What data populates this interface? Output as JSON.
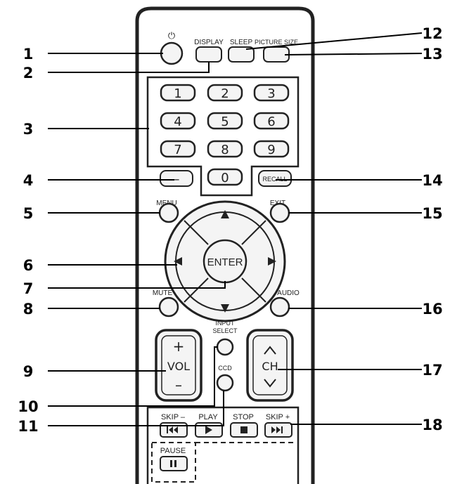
{
  "callouts": [
    "1",
    "2",
    "3",
    "4",
    "5",
    "6",
    "7",
    "8",
    "9",
    "10",
    "11",
    "12",
    "13",
    "14",
    "15",
    "16",
    "17",
    "18"
  ],
  "buttons": {
    "power_symbol": "⏻",
    "display": "DISPLAY",
    "sleep": "SLEEP",
    "picture_size": "PICTURE SIZE",
    "digits": [
      "1",
      "2",
      "3",
      "4",
      "5",
      "6",
      "7",
      "8",
      "9",
      "0"
    ],
    "dash": "–",
    "recall": "RECALL",
    "menu": "MENU",
    "exit": "EXIT",
    "enter": "ENTER",
    "mute": "MUTE",
    "audio": "AUDIO",
    "vol_plus": "+",
    "vol": "VOL",
    "vol_minus": "–",
    "input_select_line1": "INPUT",
    "input_select_line2": "SELECT",
    "ccd": "CCD",
    "ch": "CH",
    "skip_minus": "SKIP –",
    "play": "PLAY",
    "stop": "STOP",
    "skip_plus": "SKIP +",
    "pause": "PAUSE"
  },
  "colors": {
    "line": "#000000",
    "button_fill": "#f4f4f4",
    "body_stroke": "#222222"
  }
}
